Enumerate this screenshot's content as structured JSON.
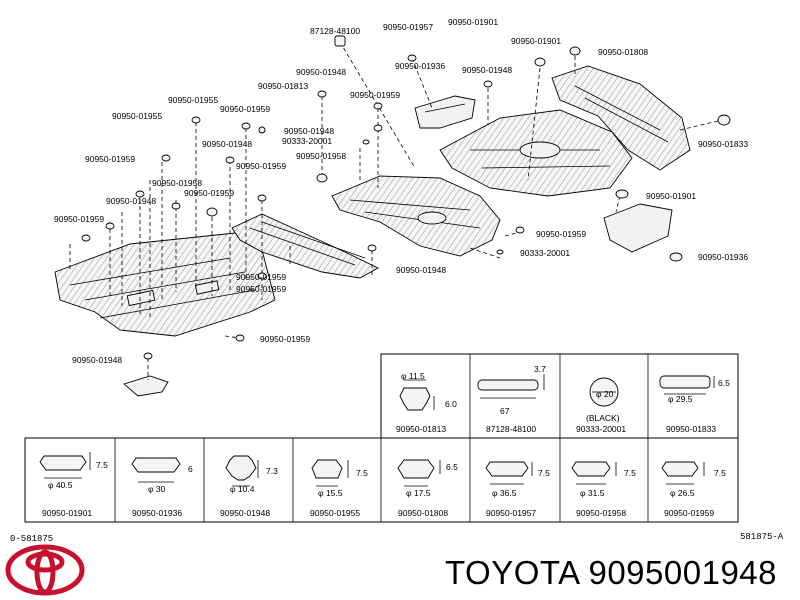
{
  "brand": {
    "title": "TOYOTA 9095001948",
    "logo_color": "#c8102e"
  },
  "footer": {
    "left_code": "0-581875",
    "right_code": "581875-A"
  },
  "callouts": [
    "87128-48100",
    "90950-01957",
    "90950-01901",
    "90950-01901",
    "90950-01808",
    "90950-01936",
    "90950-01948",
    "90950-01948",
    "90950-01813",
    "90950-01959",
    "90950-01955",
    "90950-01959",
    "90950-01955",
    "90950-01948",
    "90333-20001",
    "90950-01948",
    "90950-01958",
    "90950-01959",
    "90950-01959",
    "90950-01958",
    "90950-01959",
    "90950-01948",
    "90950-01959",
    "90950-01959",
    "90950-01833",
    "90950-01901",
    "90950-01959",
    "90333-20001",
    "90950-01936",
    "90950-01948",
    "90950-01959",
    "90950-01959",
    "90950-01948"
  ],
  "detail_top": [
    {
      "code": "90950-01813",
      "dims": [
        "φ 11.5",
        "6.0"
      ]
    },
    {
      "code": "87128-48100",
      "dims": [
        "3.7",
        "67"
      ]
    },
    {
      "code": "90333-20001",
      "dims": [
        "φ 20",
        "(BLACK)"
      ]
    },
    {
      "code": "90950-01833",
      "dims": [
        "6.5",
        "φ 29.5"
      ]
    }
  ],
  "detail_bottom": [
    {
      "code": "90950-01901",
      "dims": [
        "7.5",
        "φ 40.5"
      ]
    },
    {
      "code": "90950-01936",
      "dims": [
        "6",
        "φ 30"
      ]
    },
    {
      "code": "90950-01948",
      "dims": [
        "7.3",
        "φ 10.4"
      ]
    },
    {
      "code": "90950-01955",
      "dims": [
        "7.5",
        "φ 15.5"
      ]
    },
    {
      "code": "90950-01808",
      "dims": [
        "6.5",
        "φ 17.5"
      ]
    },
    {
      "code": "90950-01957",
      "dims": [
        "7.5",
        "φ 36.5"
      ]
    },
    {
      "code": "90950-01958",
      "dims": [
        "7.5",
        "φ 31.5"
      ]
    },
    {
      "code": "90950-01959",
      "dims": [
        "7.5",
        "φ 26.5"
      ]
    }
  ]
}
